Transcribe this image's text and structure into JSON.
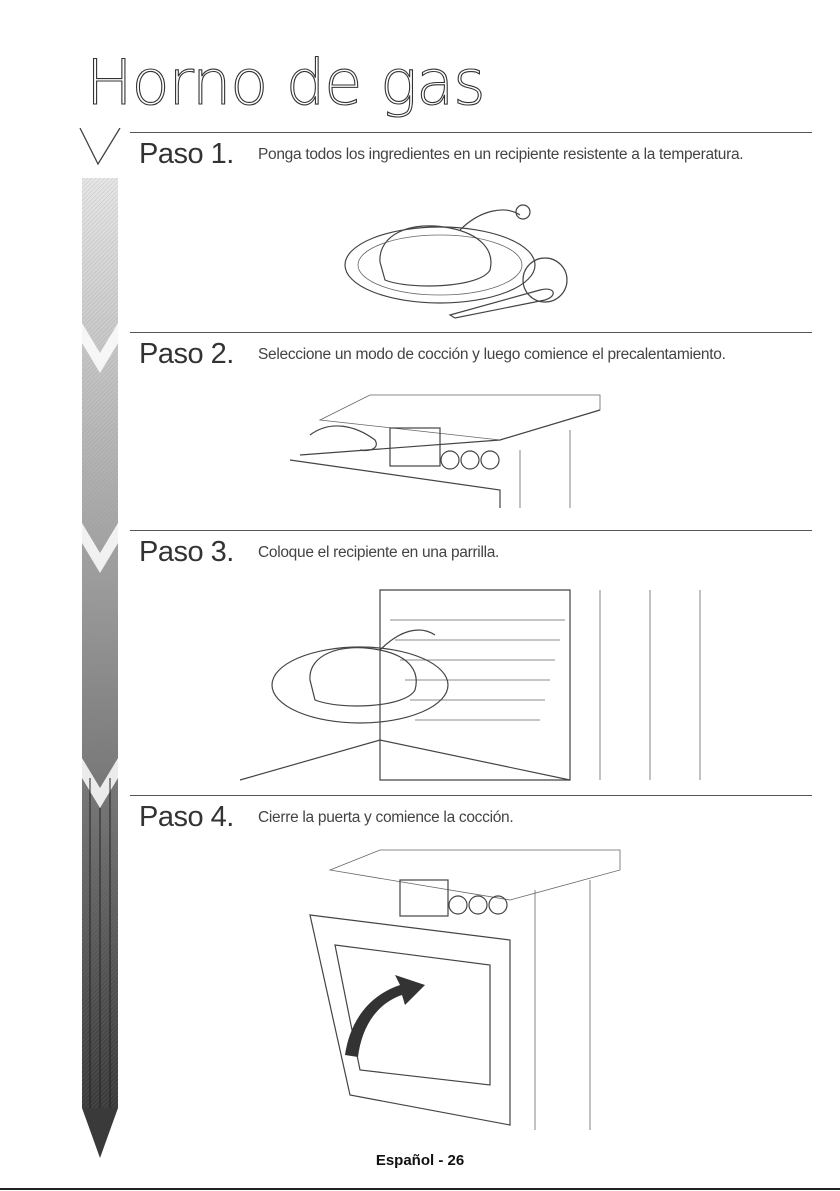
{
  "page": {
    "title": "Horno de gas",
    "footer": "Español - 26"
  },
  "steps": [
    {
      "label": "Paso 1.",
      "text": "Ponga todos los ingredientes en un recipiente resistente a la temperatura.",
      "illustration": "chicken-plate-carrot-onion"
    },
    {
      "label": "Paso 2.",
      "text": "Seleccione un modo de cocción y luego comience el precalentamiento.",
      "illustration": "hand-on-control-panel"
    },
    {
      "label": "Paso 3.",
      "text": "Coloque el recipiente en una parrilla.",
      "illustration": "plate-on-oven-rack"
    },
    {
      "label": "Paso 4.",
      "text": "Cierre la puerta y comience la cocción.",
      "illustration": "closing-oven-door"
    }
  ],
  "colors": {
    "bar_dark": "#3a3a3a",
    "bar_light": "#d9d9d9",
    "rule": "#555555"
  }
}
